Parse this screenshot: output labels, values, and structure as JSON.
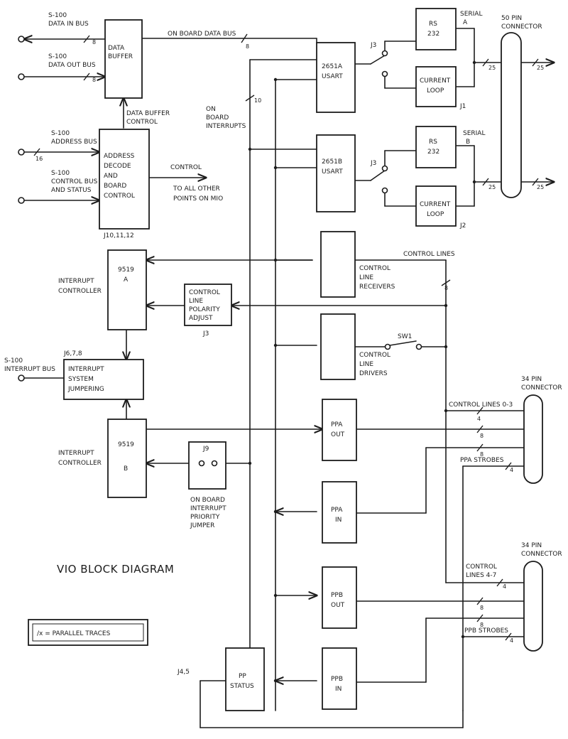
{
  "title": "VIO BLOCK DIAGRAM",
  "legend": "/x = PARALLEL TRACES",
  "blocks": {
    "data_buffer": [
      "DATA",
      "BUFFER"
    ],
    "address_decode": [
      "ADDRESS",
      "DECODE",
      "AND",
      "BOARD",
      "CONTROL"
    ],
    "usart_a": [
      "2651A",
      "USART"
    ],
    "usart_b": [
      "2651B",
      "USART"
    ],
    "rs232_a": [
      "RS",
      "232"
    ],
    "current_loop_a": [
      "CURRENT",
      "LOOP"
    ],
    "rs232_b": [
      "RS",
      "232"
    ],
    "current_loop_b": [
      "CURRENT",
      "LOOP"
    ],
    "control_line_receivers": [
      "CONTROL",
      "LINE",
      "RECEIVERS"
    ],
    "control_line_drivers": [
      "CONTROL",
      "LINE",
      "DRIVERS"
    ],
    "control_line_polarity": [
      "CONTROL",
      "LINE",
      "POLARITY",
      "ADJUST"
    ],
    "interrupt_controller_a": [
      "9519",
      "A"
    ],
    "interrupt_controller_b": [
      "9519",
      "B"
    ],
    "interrupt_jumpering": [
      "INTERRUPT",
      "SYSTEM",
      "JUMPERING"
    ],
    "ppa_out": [
      "PPA",
      "OUT"
    ],
    "ppa_in": [
      "PPA",
      "IN"
    ],
    "ppb_out": [
      "PPB",
      "OUT"
    ],
    "ppb_in": [
      "PPB",
      "IN"
    ],
    "pp_status": [
      "PP",
      "STATUS"
    ]
  },
  "connectors": {
    "fifty_pin": [
      "50 PIN",
      "CONNECTOR"
    ],
    "thirtyfour_pin_1": [
      "34 PIN",
      "CONNECTOR"
    ],
    "thirtyfour_pin_2": [
      "34 PIN",
      "CONNECTOR"
    ]
  },
  "labels": {
    "data_in_bus": [
      "S-100",
      "DATA IN BUS"
    ],
    "data_out_bus": [
      "S-100",
      "DATA OUT BUS"
    ],
    "address_bus": [
      "S-100",
      "ADDRESS BUS"
    ],
    "control_bus": [
      "S-100",
      "CONTROL BUS",
      "AND STATUS"
    ],
    "interrupt_bus": [
      "S-100",
      "INTERRUPT BUS"
    ],
    "on_board_data_bus": "ON BOARD DATA BUS",
    "data_buffer_control": [
      "DATA BUFFER",
      "CONTROL"
    ],
    "on_board_interrupts": [
      "ON",
      "BOARD",
      "INTERRUPTS"
    ],
    "control_out": "CONTROL",
    "control_dest": [
      "TO ALL OTHER",
      "POINTS ON MIO"
    ],
    "serial_a": [
      "SERIAL",
      "A"
    ],
    "serial_b": [
      "SERIAL",
      "B"
    ],
    "control_lines": "CONTROL LINES",
    "control_lines_0_3": "CONTROL LINES 0-3",
    "control_lines_4_7": [
      "CONTROL",
      "LINES 4-7"
    ],
    "ppa_strobes": "PPA STROBES",
    "ppb_strobes": "PPB STROBES",
    "interrupt_controller": [
      "INTERRUPT",
      "CONTROLLER"
    ],
    "interrupt_controller_2": [
      "INTERRUPT",
      "CONTROLLER"
    ],
    "priority_jumper": [
      "ON BOARD",
      "INTERRUPT",
      "PRIORITY",
      "JUMPER"
    ],
    "j3_a": "J3",
    "j3_b": "J3",
    "j3_pol": "J3",
    "j1": "J1",
    "j2": "J2",
    "j9": "J9",
    "j10": "J10,11,12",
    "j678": "J6,7,8",
    "j45": "J4,5",
    "sw1": "SW1"
  },
  "widths": {
    "w8": "8",
    "w16": "16",
    "w10": "10",
    "w25": "25",
    "w4": "4"
  }
}
